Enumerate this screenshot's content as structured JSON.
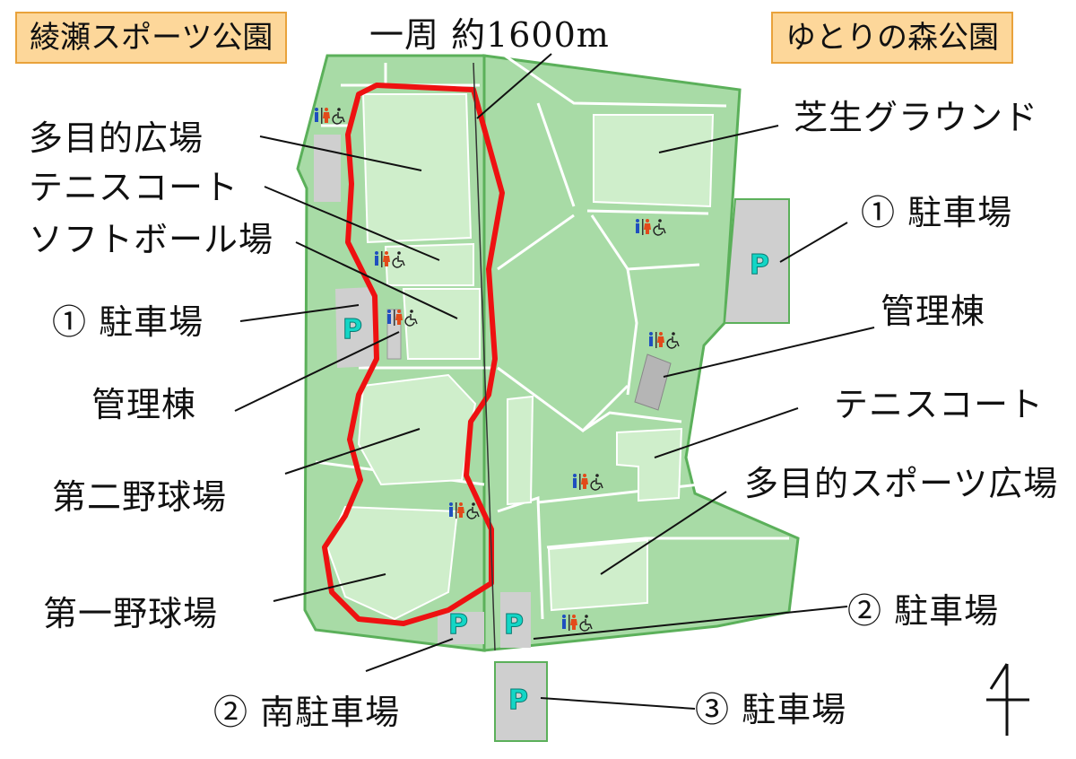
{
  "titles": {
    "left_park": "綾瀬スポーツ公園",
    "right_park": "ゆとりの森公園",
    "loop": "一周 約1600m"
  },
  "labels": {
    "multipurpose_field": "多目的広場",
    "tennis_left": "テニスコート",
    "softball": "ソフトボール場",
    "parking1_left": "① 駐車場",
    "admin_left": "管理棟",
    "baseball2": "第二野球場",
    "baseball1": "第一野球場",
    "south_parking": "② 南駐車場",
    "lawn_ground": "芝生グラウンド",
    "parking1_right": "① 駐車場",
    "admin_right": "管理棟",
    "tennis_right": "テニスコート",
    "multisport": "多目的スポーツ広場",
    "parking2_right": "② 駐車場",
    "parking3": "③ 駐車場"
  },
  "parking_mark": "P",
  "icons": {
    "restroom": "restroom-icon",
    "wheelchair": "wheelchair-icon",
    "parking": "parking-icon",
    "north_arrow": "north-arrow-icon"
  },
  "colors": {
    "park_fill": "#a8dba6",
    "park_stroke": "#5bb05a",
    "facility_fill": "#cfeecb",
    "path_line": "#ffffff",
    "route": "#ee1111",
    "title_bg": "#fdd79a",
    "parking_letter": "#13d6c6"
  }
}
